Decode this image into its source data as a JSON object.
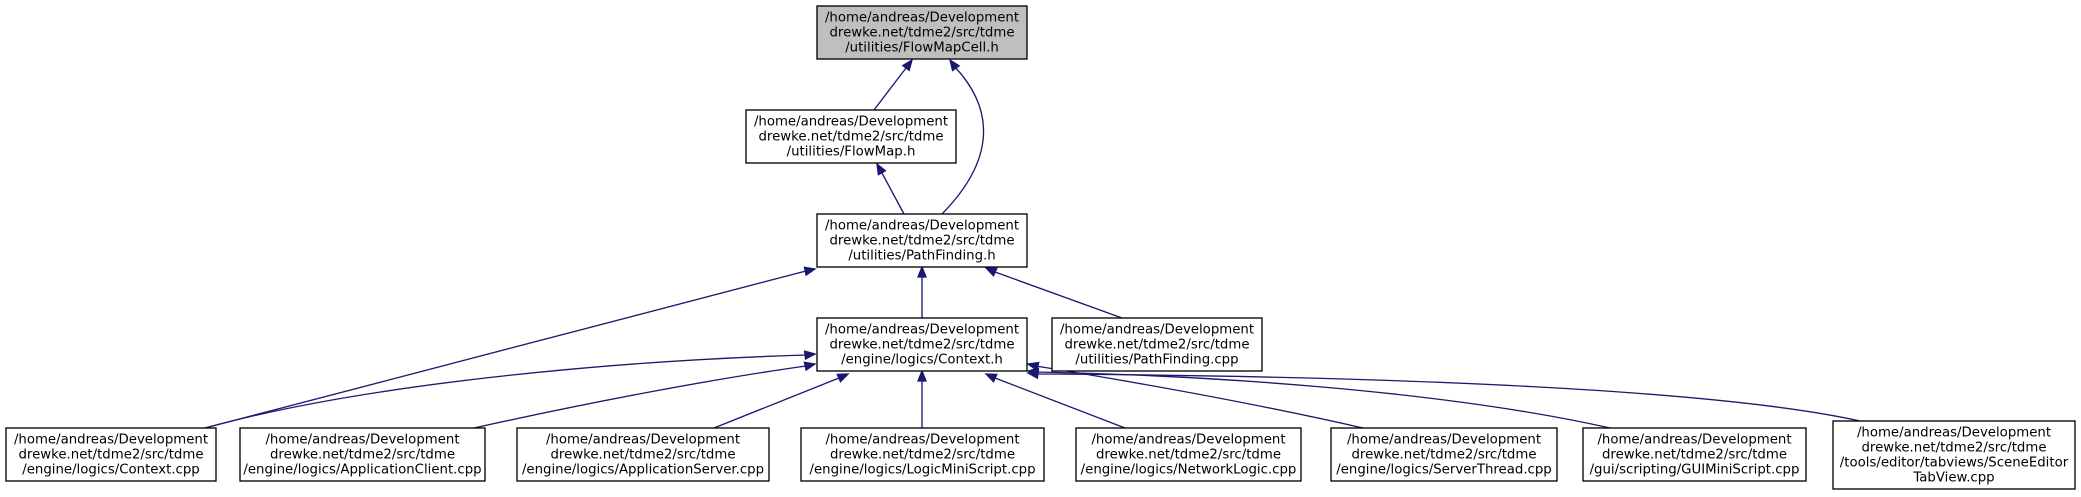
{
  "diagram": {
    "type": "include-dependency-graph",
    "colors": {
      "edge": "#191970",
      "node_border": "#000000",
      "highlight_fill": "#bfbfbf",
      "node_fill": "#ffffff"
    },
    "nodes": [
      {
        "id": "flowmapcell_h",
        "highlight": true,
        "lines": [
          "/home/andreas/Development",
          "drewke.net/tdme2/src/tdme",
          "/utilities/FlowMapCell.h"
        ]
      },
      {
        "id": "flowmap_h",
        "lines": [
          "/home/andreas/Development",
          "drewke.net/tdme2/src/tdme",
          "/utilities/FlowMap.h"
        ]
      },
      {
        "id": "pathfinding_h",
        "lines": [
          "/home/andreas/Development",
          "drewke.net/tdme2/src/tdme",
          "/utilities/PathFinding.h"
        ]
      },
      {
        "id": "context_h",
        "lines": [
          "/home/andreas/Development",
          "drewke.net/tdme2/src/tdme",
          "/engine/logics/Context.h"
        ]
      },
      {
        "id": "pathfinding_cpp",
        "lines": [
          "/home/andreas/Development",
          "drewke.net/tdme2/src/tdme",
          "/utilities/PathFinding.cpp"
        ]
      },
      {
        "id": "context_cpp",
        "lines": [
          "/home/andreas/Development",
          "drewke.net/tdme2/src/tdme",
          "/engine/logics/Context.cpp"
        ]
      },
      {
        "id": "applicationclient_cpp",
        "lines": [
          "/home/andreas/Development",
          "drewke.net/tdme2/src/tdme",
          "/engine/logics/ApplicationClient.cpp"
        ]
      },
      {
        "id": "applicationserver_cpp",
        "lines": [
          "/home/andreas/Development",
          "drewke.net/tdme2/src/tdme",
          "/engine/logics/ApplicationServer.cpp"
        ]
      },
      {
        "id": "logicminiscript_cpp",
        "lines": [
          "/home/andreas/Development",
          "drewke.net/tdme2/src/tdme",
          "/engine/logics/LogicMiniScript.cpp"
        ]
      },
      {
        "id": "networklogic_cpp",
        "lines": [
          "/home/andreas/Development",
          "drewke.net/tdme2/src/tdme",
          "/engine/logics/NetworkLogic.cpp"
        ]
      },
      {
        "id": "serverthread_cpp",
        "lines": [
          "/home/andreas/Development",
          "drewke.net/tdme2/src/tdme",
          "/engine/logics/ServerThread.cpp"
        ]
      },
      {
        "id": "guiminiscript_cpp",
        "lines": [
          "/home/andreas/Development",
          "drewke.net/tdme2/src/tdme",
          "/gui/scripting/GUIMiniScript.cpp"
        ]
      },
      {
        "id": "sceneeditortabview_cpp",
        "lines": [
          "/home/andreas/Development",
          "drewke.net/tdme2/src/tdme",
          "/tools/editor/tabviews/SceneEditor",
          "TabView.cpp"
        ]
      }
    ],
    "edges": [
      {
        "from": "flowmap_h",
        "to": "flowmapcell_h"
      },
      {
        "from": "pathfinding_h",
        "to": "flowmapcell_h"
      },
      {
        "from": "pathfinding_h",
        "to": "flowmap_h"
      },
      {
        "from": "context_cpp",
        "to": "pathfinding_h"
      },
      {
        "from": "context_h",
        "to": "pathfinding_h"
      },
      {
        "from": "pathfinding_cpp",
        "to": "pathfinding_h"
      },
      {
        "from": "context_cpp",
        "to": "context_h"
      },
      {
        "from": "applicationclient_cpp",
        "to": "context_h"
      },
      {
        "from": "applicationserver_cpp",
        "to": "context_h"
      },
      {
        "from": "logicminiscript_cpp",
        "to": "context_h"
      },
      {
        "from": "networklogic_cpp",
        "to": "context_h"
      },
      {
        "from": "serverthread_cpp",
        "to": "context_h"
      },
      {
        "from": "guiminiscript_cpp",
        "to": "context_h"
      },
      {
        "from": "sceneeditortabview_cpp",
        "to": "context_h"
      }
    ]
  }
}
